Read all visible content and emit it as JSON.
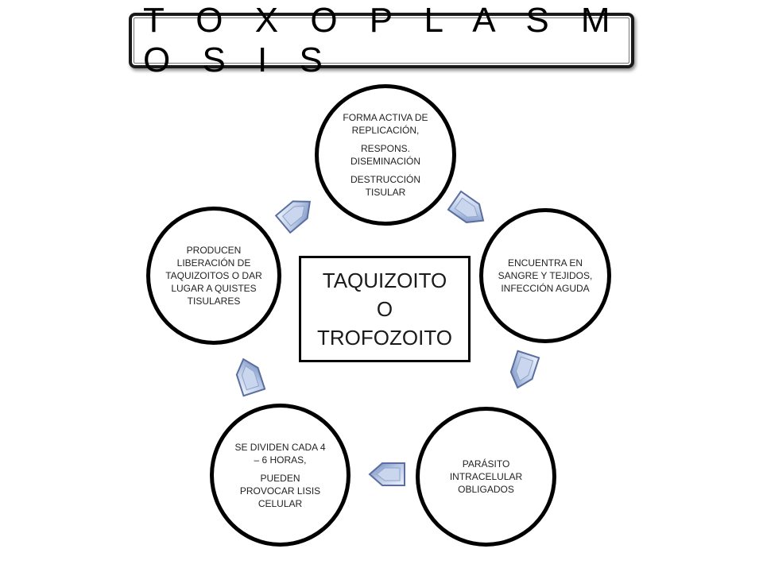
{
  "title": "T O X O P L A S M O S I S",
  "center": {
    "lines": [
      "TAQUIZOITO",
      "O",
      "TROFOZOITO"
    ]
  },
  "nodes": [
    {
      "paragraphs": [
        "FORMA ACTIVA DE REPLICACIÓN,",
        "RESPONS. DISEMINACIÓN",
        "DESTRUCCIÓN TISULAR"
      ]
    },
    {
      "paragraphs": [
        "ENCUENTRA EN SANGRE Y TEJIDOS, INFECCIÓN AGUDA"
      ]
    },
    {
      "paragraphs": [
        "PARÁSITO INTRACELULAR OBLIGADOS"
      ]
    },
    {
      "paragraphs": [
        "SE DIVIDEN CADA 4 – 6 HORAS,",
        "PUEDEN PROVOCAR LISIS CELULAR"
      ]
    },
    {
      "paragraphs": [
        "PRODUCEN LIBERACIÓN DE TAQUIZOITOS O DAR LUGAR A QUISTES TISULARES"
      ]
    }
  ],
  "colors": {
    "arrow_fill_light": "#dfe8f6",
    "arrow_fill_dark": "#7f96c4",
    "arrow_stroke": "#5a6fa0"
  },
  "cycle_direction": "clockwise"
}
